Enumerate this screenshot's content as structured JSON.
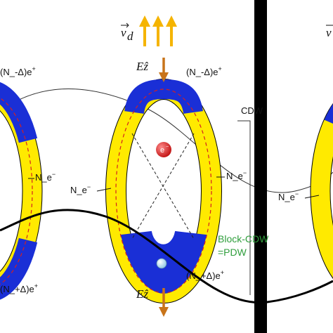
{
  "labels": {
    "vd_symbol": "v",
    "vd_subscript": "d",
    "ez_top": "Eẑ",
    "ez_bottom": "Eẑ",
    "top_center": "(N_-Δ)e",
    "top_left": "(N_-Δ)e",
    "plus_sup": "+",
    "minus_sup": "−",
    "bottom_center": "(N_+Δ)e",
    "bottom_left": "(N_+Δ)e",
    "n_left": "N_e",
    "n_center_left": "N_e",
    "n_center_right": "N_e",
    "n_right": "N_e",
    "electron": "e",
    "cdw": "CDW",
    "block_cdw": "Block-CDW",
    "pdw": "=PDW",
    "edge_v": "v"
  },
  "colors": {
    "blue": "#1a2fd6",
    "yellow": "#ffea00",
    "arrow_orange": "#f5b400",
    "arrow_brown": "#c8741a",
    "electron_red": "#d41a1a",
    "dash_red": "#d42020",
    "green_text": "#2f9e3c"
  },
  "icons": [
    "drift-velocity-arrows",
    "electric-field-arrow",
    "electron-sphere",
    "hole-sphere"
  ]
}
